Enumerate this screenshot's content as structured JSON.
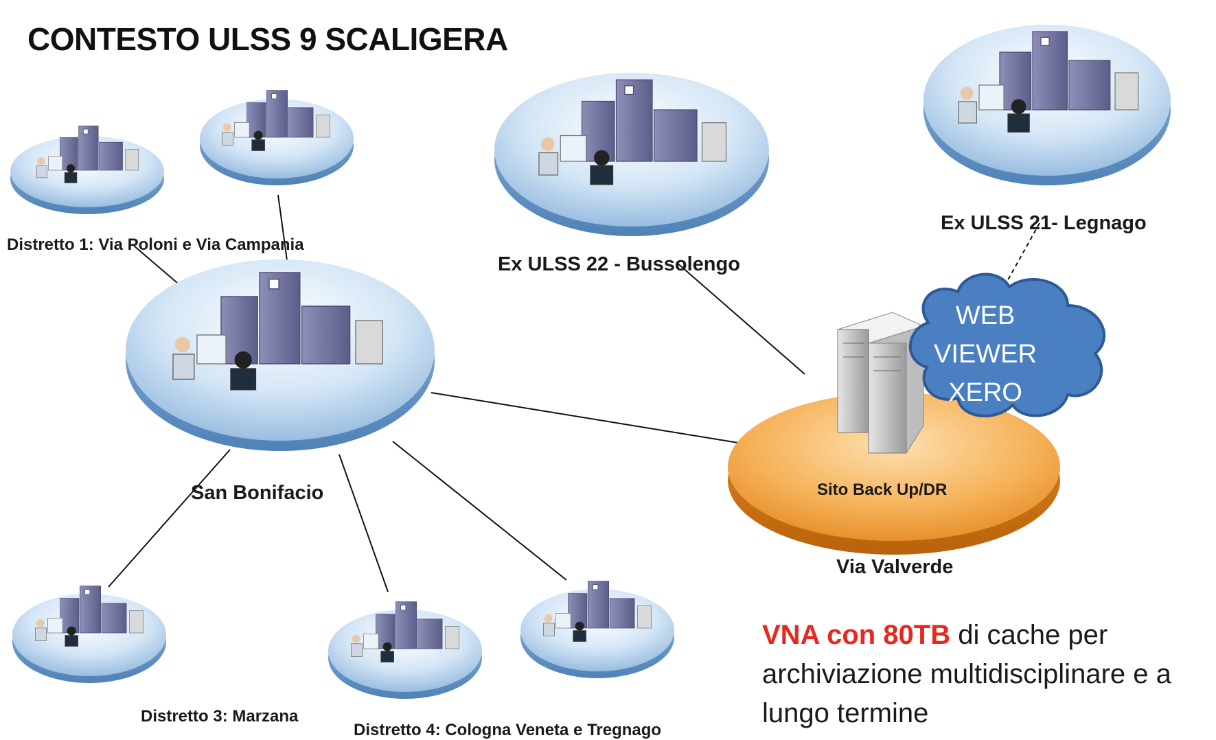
{
  "title": "CONTESTO ULSS 9 SCALIGERA",
  "sites": {
    "distretto1": "Distretto 1: Via Poloni e Via Campania",
    "bussolengo": "Ex ULSS 22 - Bussolengo",
    "legnago": "Ex ULSS 21- Legnago",
    "san_bonifacio": "San Bonifacio",
    "backup_site": "Sito Back Up/DR",
    "valverde": "Via Valverde",
    "distretto3": "Distretto 3: Marzana",
    "distretto4": "Distretto 4: Cologna Veneta e Tregnago"
  },
  "cloud": {
    "line1": "WEB",
    "line2": "VIEWER",
    "line3": "XERO"
  },
  "note": {
    "highlight": "VNA con 80TB",
    "text": " di cache per archiviazione multidisciplinare e a lungo termine"
  },
  "colors": {
    "site_disc": "#bcd7ee",
    "backup_disc": "#f0a040",
    "cloud": "#4a7fc1",
    "highlight": "#e8281e"
  }
}
